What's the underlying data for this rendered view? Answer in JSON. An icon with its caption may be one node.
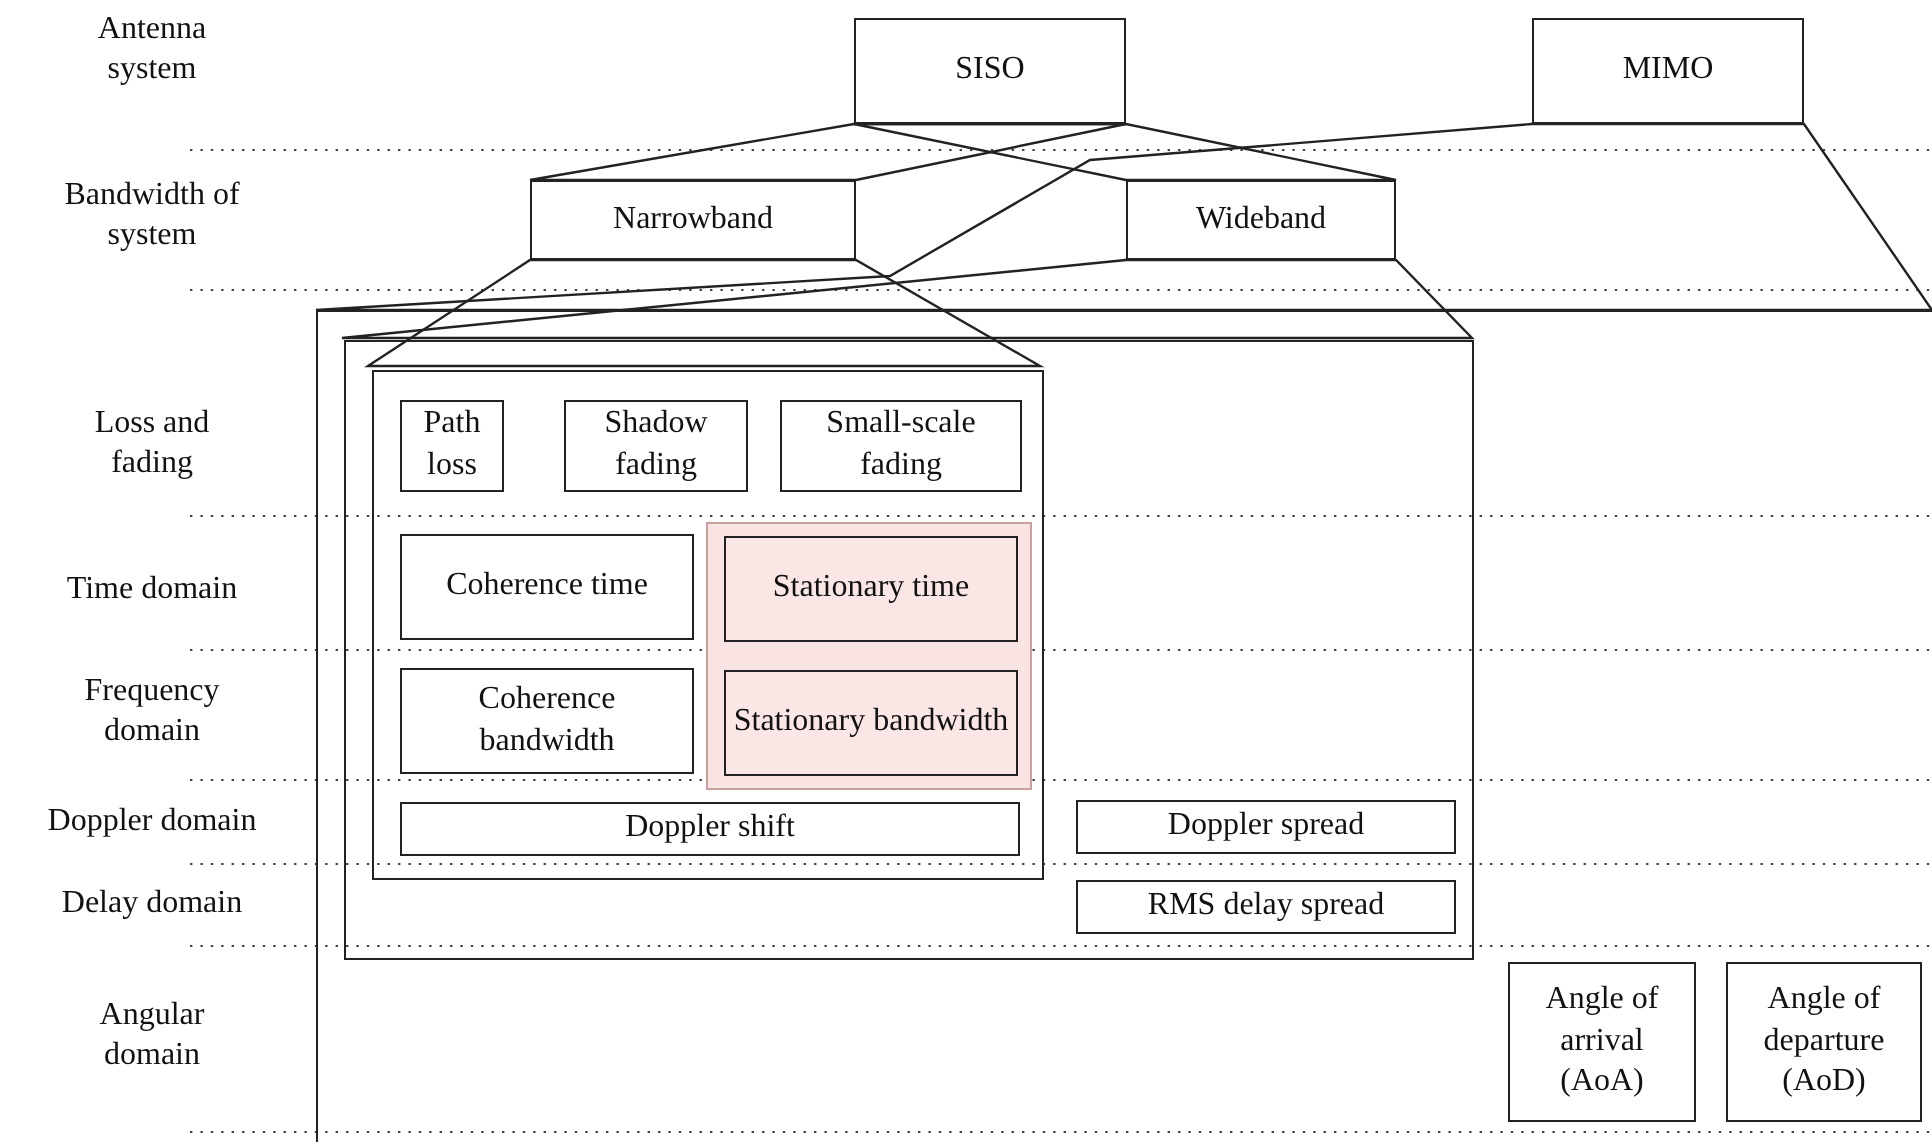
{
  "diagram": {
    "nodes": [
      {
        "text": [
          "SISO"
        ]
      },
      {
        "text": [
          "MIMO"
        ]
      },
      {
        "text": [
          "Narrowband"
        ]
      },
      {
        "text": [
          "Wideband"
        ]
      },
      {
        "text": [],
        "shape": "box"
      },
      {
        "text": [],
        "shape": "box",
        "in": 4
      },
      {
        "text": [],
        "shape": "box",
        "in": 5
      },
      {
        "text": [
          "Path loss"
        ],
        "in": 6
      },
      {
        "text": [
          "Shadow fading"
        ],
        "in": 6
      },
      {
        "text": [
          "Small-scale fading"
        ],
        "in": 6
      },
      {
        "text": [
          "Coherence time"
        ],
        "in": 6
      },
      {
        "text": [],
        "shape": "box",
        "in": 6
      },
      {
        "text": [
          "Stationary time"
        ],
        "in": 11
      },
      {
        "text": [
          "Coherence bandwidth"
        ],
        "in": 6
      },
      {
        "text": [
          "Stationary bandwidth"
        ],
        "in": 11
      },
      {
        "text": [
          "Doppler shift"
        ],
        "in": 6
      },
      {
        "text": [
          "Doppler spread"
        ],
        "in": 5
      },
      {
        "text": [
          "RMS delay spread"
        ],
        "in": 5
      },
      {
        "text": [
          "Angle of arrival (AoA)"
        ],
        "in": 4
      },
      {
        "text": [
          "Angle of departure (AoD)"
        ],
        "in": 4
      }
    ],
    "edges": [
      {
        "from": 0,
        "to": 2,
        "arrow": "none"
      },
      {
        "from": 0,
        "to": 3,
        "arrow": "none"
      },
      {
        "from": 1,
        "to": 4,
        "arrow": "none"
      },
      {
        "from": 2,
        "to": 6,
        "arrow": "none"
      },
      {
        "from": 3,
        "to": 5,
        "arrow": "none"
      }
    ],
    "labels": [
      "Antenna system",
      "Bandwidth of system",
      "Loss and fading",
      "Time domain",
      "Frequency domain",
      "Doppler domain",
      "Delay domain",
      "Angular domain"
    ]
  }
}
